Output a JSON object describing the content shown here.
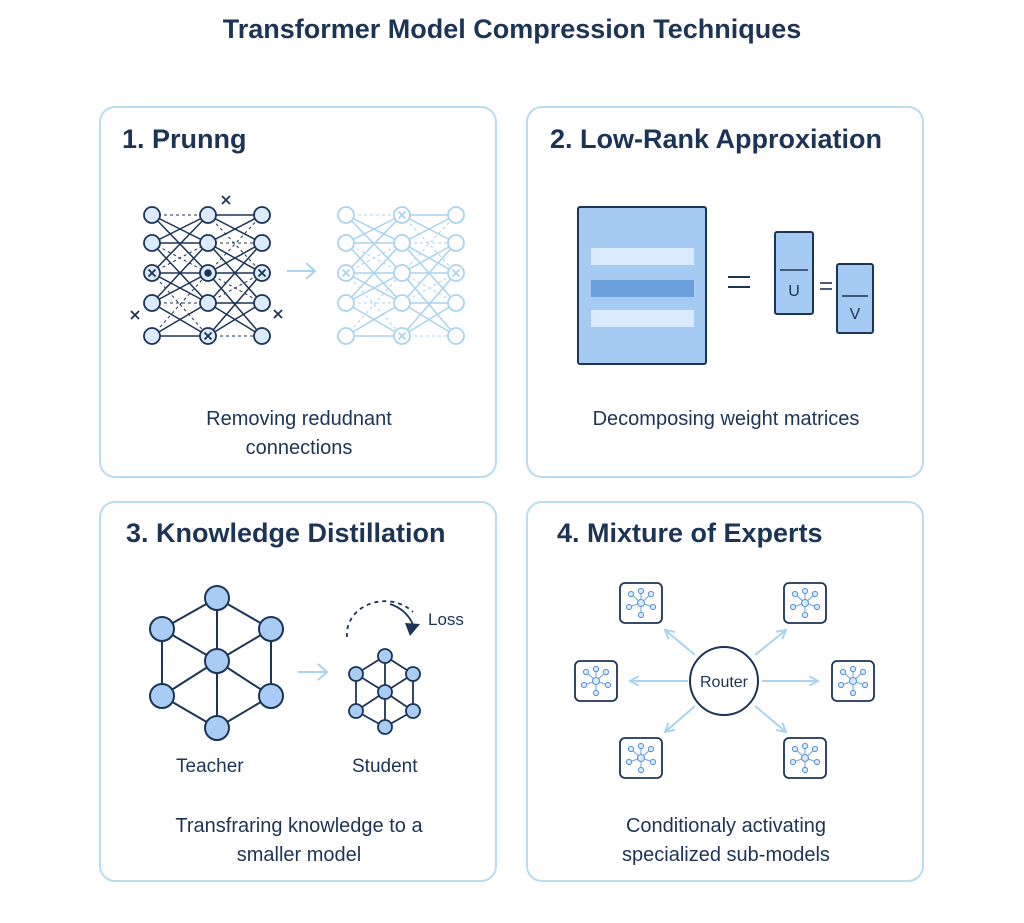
{
  "title": "Transformer Model Compression Techniques",
  "cards": {
    "pruning": {
      "title": "1. Prunng",
      "caption_lines": [
        "Removing redudnant",
        "connections"
      ]
    },
    "lowrank": {
      "title": "2. Low-Rank Approxiation",
      "caption_lines": [
        "Decomposing weight matrices"
      ],
      "equals": "=",
      "u_label": "U",
      "v_label": "V"
    },
    "distillation": {
      "title": "3. Knowledge Distillation",
      "teacher_label": "Teacher",
      "student_label": "Student",
      "loss_label": "Loss",
      "caption_lines": [
        "Transfraring knowledge to a",
        "smaller model"
      ]
    },
    "moe": {
      "title": "4. Mixture of Experts",
      "router_label": "Router",
      "caption_lines": [
        "Conditionaly activating",
        "specialized sub-models"
      ]
    }
  },
  "colors": {
    "navy": "#1c3456",
    "light_blue": "#b9dcf0",
    "node_fill": "#a9ccf5",
    "matrix_fill": "#a6cbf2",
    "faded": "#a8d4f0"
  }
}
